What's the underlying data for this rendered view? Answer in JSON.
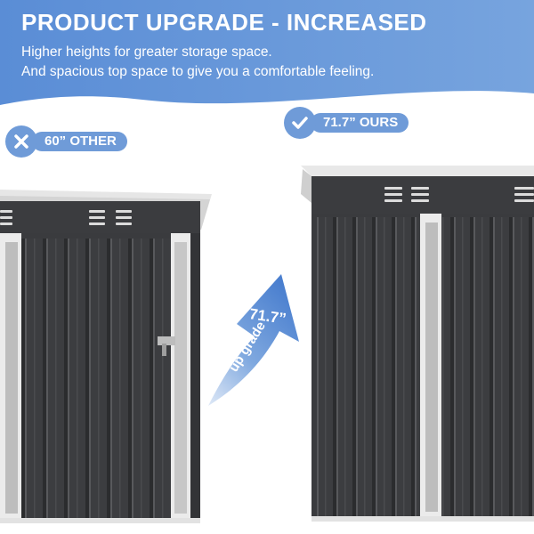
{
  "banner": {
    "title": "PRODUCT UPGRADE - INCREASED",
    "line1": "Higher heights for greater storage space.",
    "line2": "And spacious top space to give you a comfortable feeling.",
    "color": "#5b8fd6"
  },
  "badges": {
    "other": {
      "label": "60” OTHER",
      "icon": "x-icon"
    },
    "ours": {
      "label": "71.7” OURS",
      "icon": "checkmark-icon"
    }
  },
  "arrow": {
    "value_label": "71.7”",
    "word_label": "up grade",
    "icon": "up-arrow-icon"
  },
  "colors": {
    "accent": "#6f9bd8",
    "shed_panel": "#3e3f42",
    "shed_frame": "#ececec"
  }
}
